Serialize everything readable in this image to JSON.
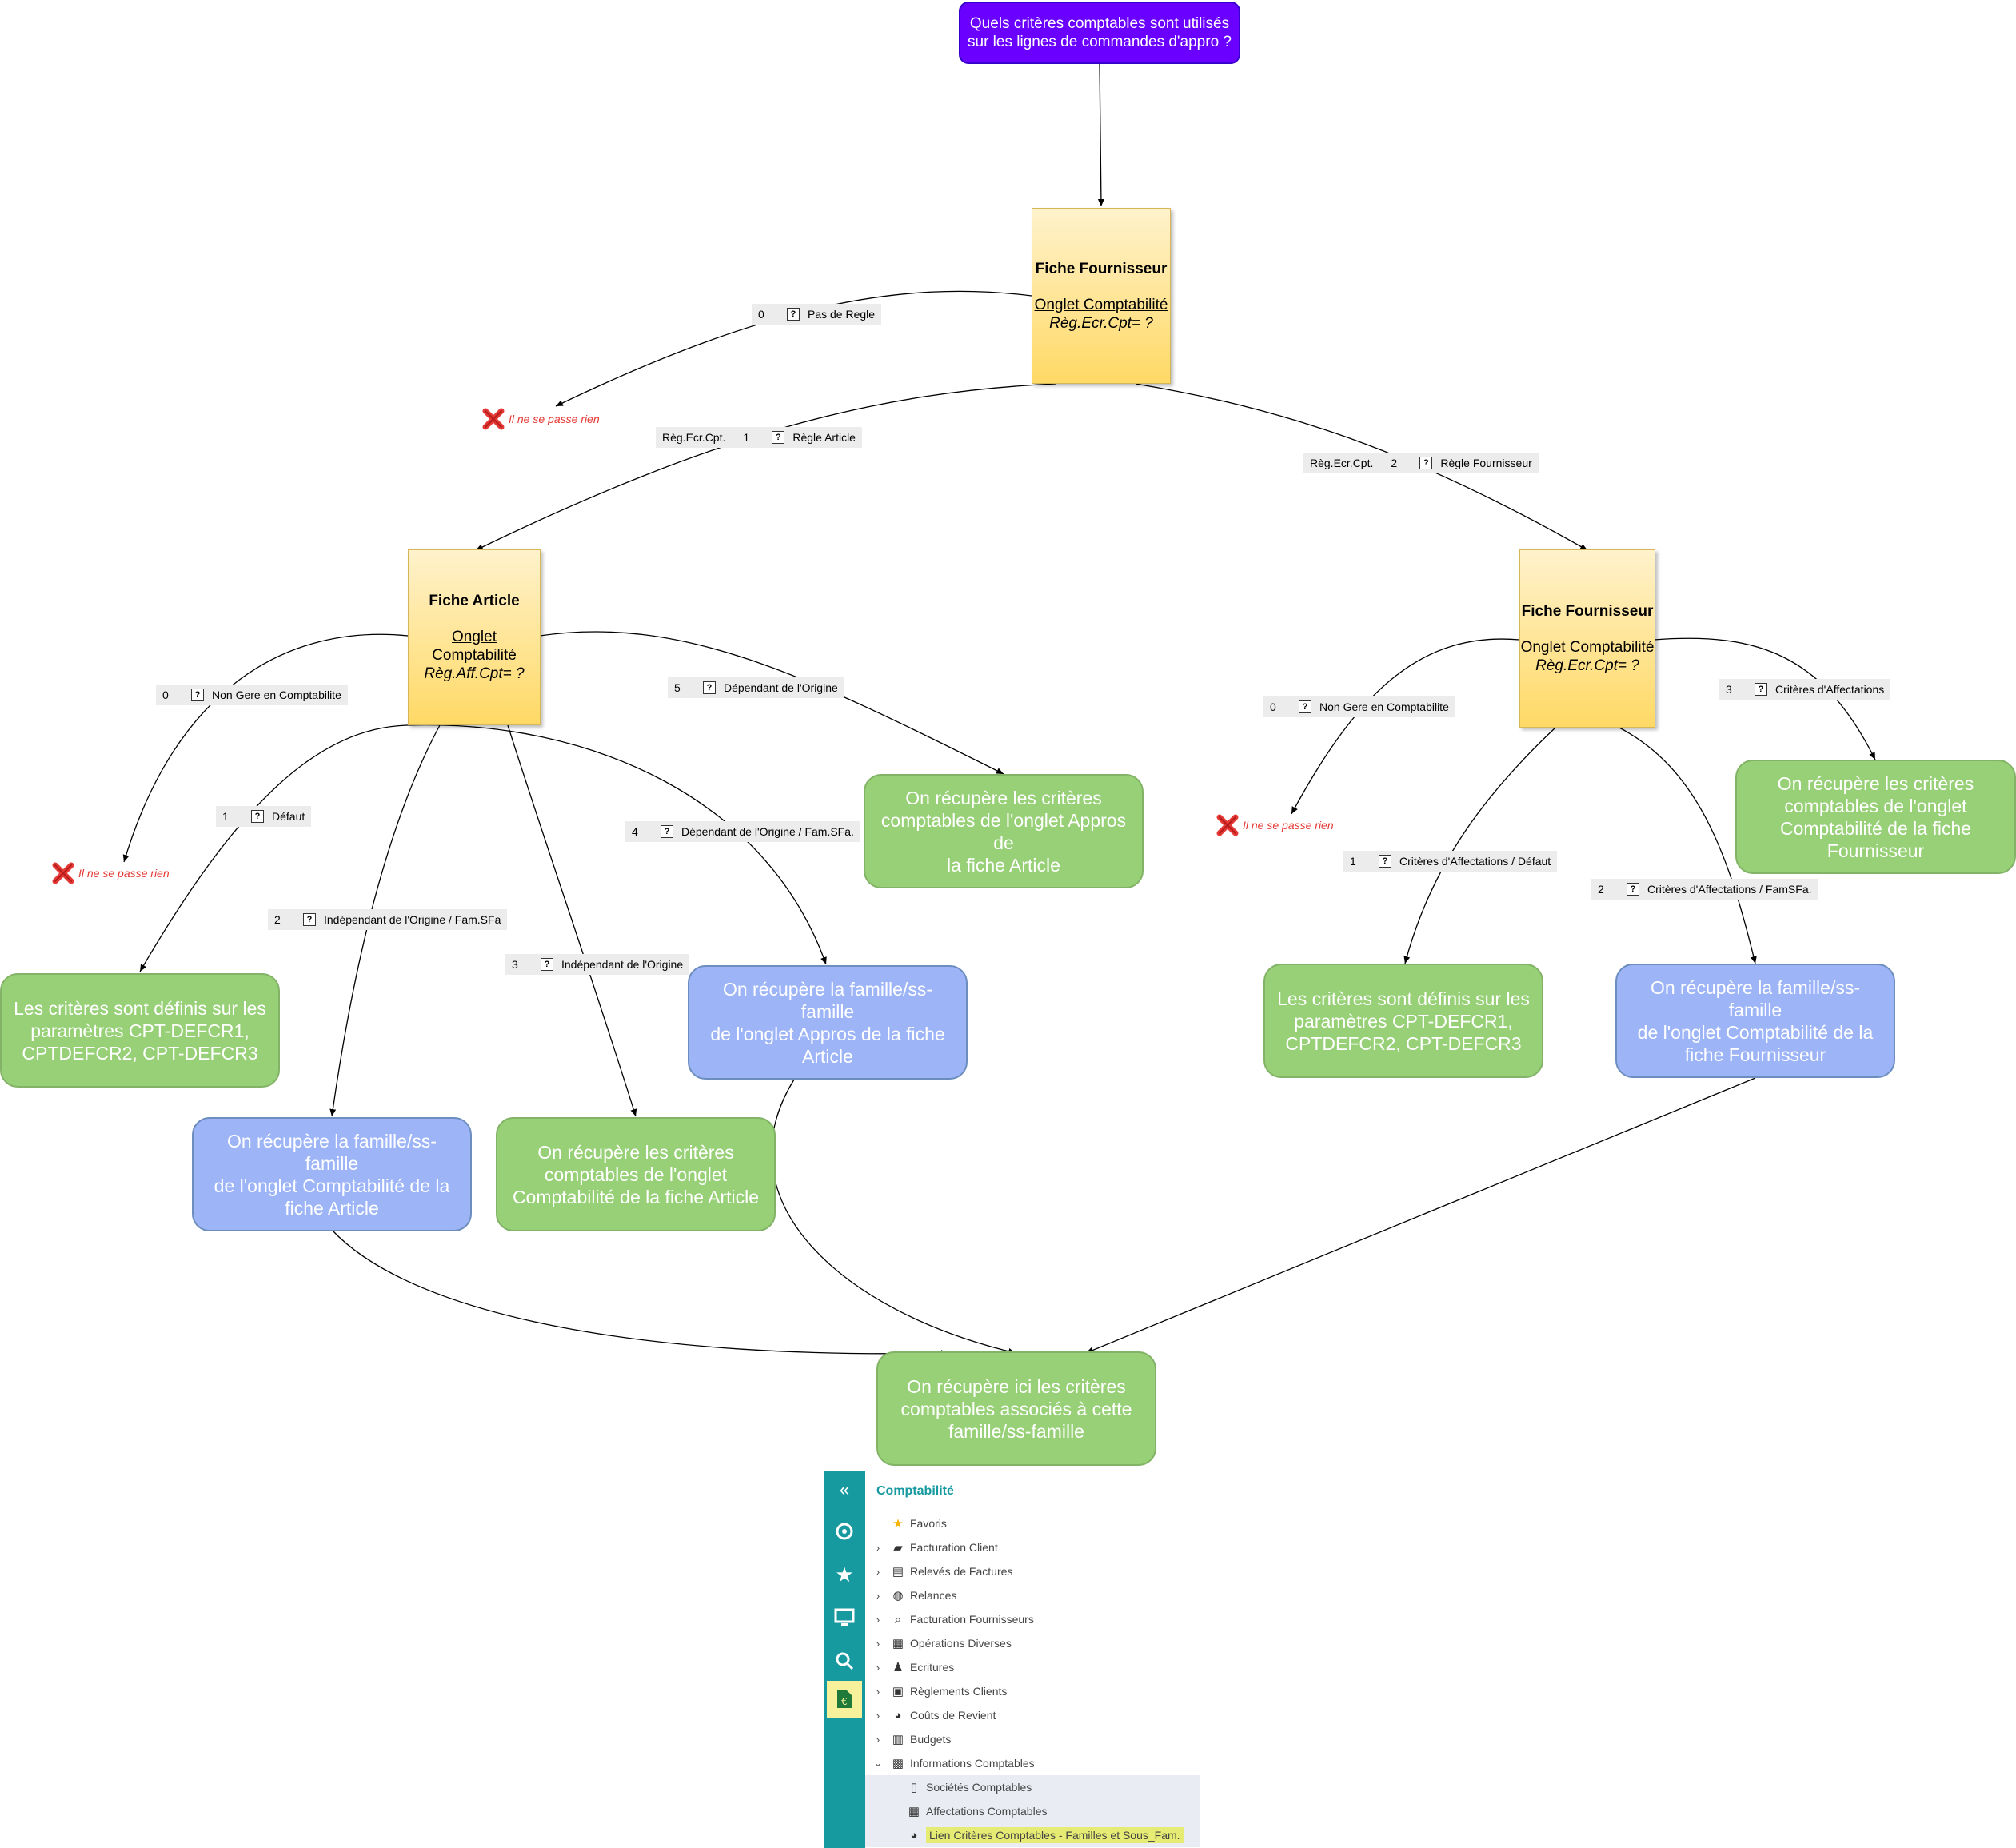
{
  "question": {
    "line1": "Quels critères comptables sont utilisés",
    "line2": "sur les lignes de commandes d'appro ?"
  },
  "fournisseur1": {
    "title": "Fiche Fournisseur",
    "subtitle": "Onglet Comptabilité",
    "rule": "Règ.Ecr.Cpt= ?"
  },
  "article": {
    "title": "Fiche Article",
    "subtitle1": "Onglet",
    "subtitle2": "Comptabilité",
    "rule": "Règ.Aff.Cpt= ?"
  },
  "fournisseur2": {
    "title": "Fiche Fournisseur",
    "subtitle": "Onglet Comptabilité",
    "rule": "Règ.Ecr.Cpt= ?"
  },
  "labels": {
    "f1_0": {
      "value": "0",
      "text": "Pas de Regle"
    },
    "f1_1": {
      "prefix": "Règ.Ecr.Cpt.",
      "value": "1",
      "text": "Règle Article"
    },
    "f1_2": {
      "prefix": "Règ.Ecr.Cpt.",
      "value": "2",
      "text": "Règle Fournisseur"
    },
    "a_0": {
      "value": "0",
      "text": "Non Gere en Comptabilite"
    },
    "a_1": {
      "value": "1",
      "text": "Défaut"
    },
    "a_2": {
      "value": "2",
      "text": "Indépendant de l'Origine / Fam.SFa"
    },
    "a_3": {
      "value": "3",
      "text": "Indépendant de l'Origine"
    },
    "a_4": {
      "value": "4",
      "text": "Dépendant de l'Origine / Fam.SFa."
    },
    "a_5": {
      "value": "5",
      "text": "Dépendant de l'Origine"
    },
    "f2_0": {
      "value": "0",
      "text": "Non Gere en Comptabilite"
    },
    "f2_1": {
      "value": "1",
      "text": "Critères d'Affectations / Défaut"
    },
    "f2_2": {
      "value": "2",
      "text": "Critères d'Affectations / FamSFa."
    },
    "f2_3": {
      "value": "3",
      "text": "Critères d'Affectations"
    }
  },
  "nothing": {
    "text": "Il ne se passe rien",
    "icon": "red-cross-icon",
    "color": "#e53935"
  },
  "results": {
    "g_appros_article": [
      "On récupère les critères",
      "comptables de l'onglet Appros de",
      "la fiche Article"
    ],
    "g_params_left": [
      "Les critères sont définis sur les",
      "paramètres CPT-DEFCR1,",
      "CPTDEFCR2, CPT-DEFCR3"
    ],
    "b_fam_compta_article": [
      "On récupère la famille/ss-famille",
      "de l'onglet Comptabilité de la",
      "fiche Article"
    ],
    "g_compta_article": [
      "On récupère les critères",
      "comptables de l'onglet",
      "Comptabilité de la fiche Article"
    ],
    "b_fam_appros_article": [
      "On récupère la famille/ss-famille",
      "de l'onglet Appros de la fiche",
      "Article"
    ],
    "g_compta_fournisseur": [
      "On récupère les critères",
      "comptables de l'onglet",
      "Comptabilité de la fiche",
      "Fournisseur"
    ],
    "g_params_right": [
      "Les critères sont définis sur les",
      "paramètres CPT-DEFCR1,",
      "CPTDEFCR2, CPT-DEFCR3"
    ],
    "b_fam_fournisseur": [
      "On récupère la famille/ss-famille",
      "de l'onglet Comptabilité de la",
      "fiche Fournisseur"
    ],
    "g_final": [
      "On récupère ici les critères",
      "comptables associés à cette",
      "famille/ss-famille"
    ]
  },
  "colors": {
    "purple": "#6a00ff",
    "green": "#97d077",
    "blue": "#9db4f7",
    "yellow": "#ffd966",
    "teal": "#169a9f"
  },
  "menu": {
    "title": "Comptabilité",
    "rail_icons": [
      "collapse-icon",
      "dashboard-icon",
      "star-icon",
      "monitor-icon",
      "search-icon",
      "accounting-doc-icon"
    ],
    "items": [
      {
        "label": "Favoris",
        "icon": "star-icon",
        "chevron": false
      },
      {
        "label": "Facturation Client",
        "icon": "client-billing-icon",
        "chevron": true
      },
      {
        "label": "Relevés de Factures",
        "icon": "invoice-statement-icon",
        "chevron": true
      },
      {
        "label": "Relances",
        "icon": "reminder-icon",
        "chevron": true
      },
      {
        "label": "Facturation Fournisseurs",
        "icon": "search-icon",
        "chevron": true
      },
      {
        "label": "Opérations Diverses",
        "icon": "calculator-icon",
        "chevron": true
      },
      {
        "label": "Ecritures",
        "icon": "stamp-icon",
        "chevron": true
      },
      {
        "label": "Règlements Clients",
        "icon": "payment-icon",
        "chevron": true
      },
      {
        "label": "Coûts de Revient",
        "icon": "pie-chart-icon",
        "chevron": true
      },
      {
        "label": "Budgets",
        "icon": "bar-chart-icon",
        "chevron": true
      },
      {
        "label": "Informations Comptables",
        "icon": "accounting-info-icon",
        "chevron": true,
        "expanded": true
      }
    ],
    "subitems": [
      {
        "label": "Sociétés Comptables",
        "icon": "company-doc-icon"
      },
      {
        "label": "Affectations Comptables",
        "icon": "grid-icon"
      },
      {
        "label": "Lien Critères Comptables - Familles et Sous_Fam.",
        "icon": "pie-chart-icon",
        "selected": true
      }
    ]
  }
}
